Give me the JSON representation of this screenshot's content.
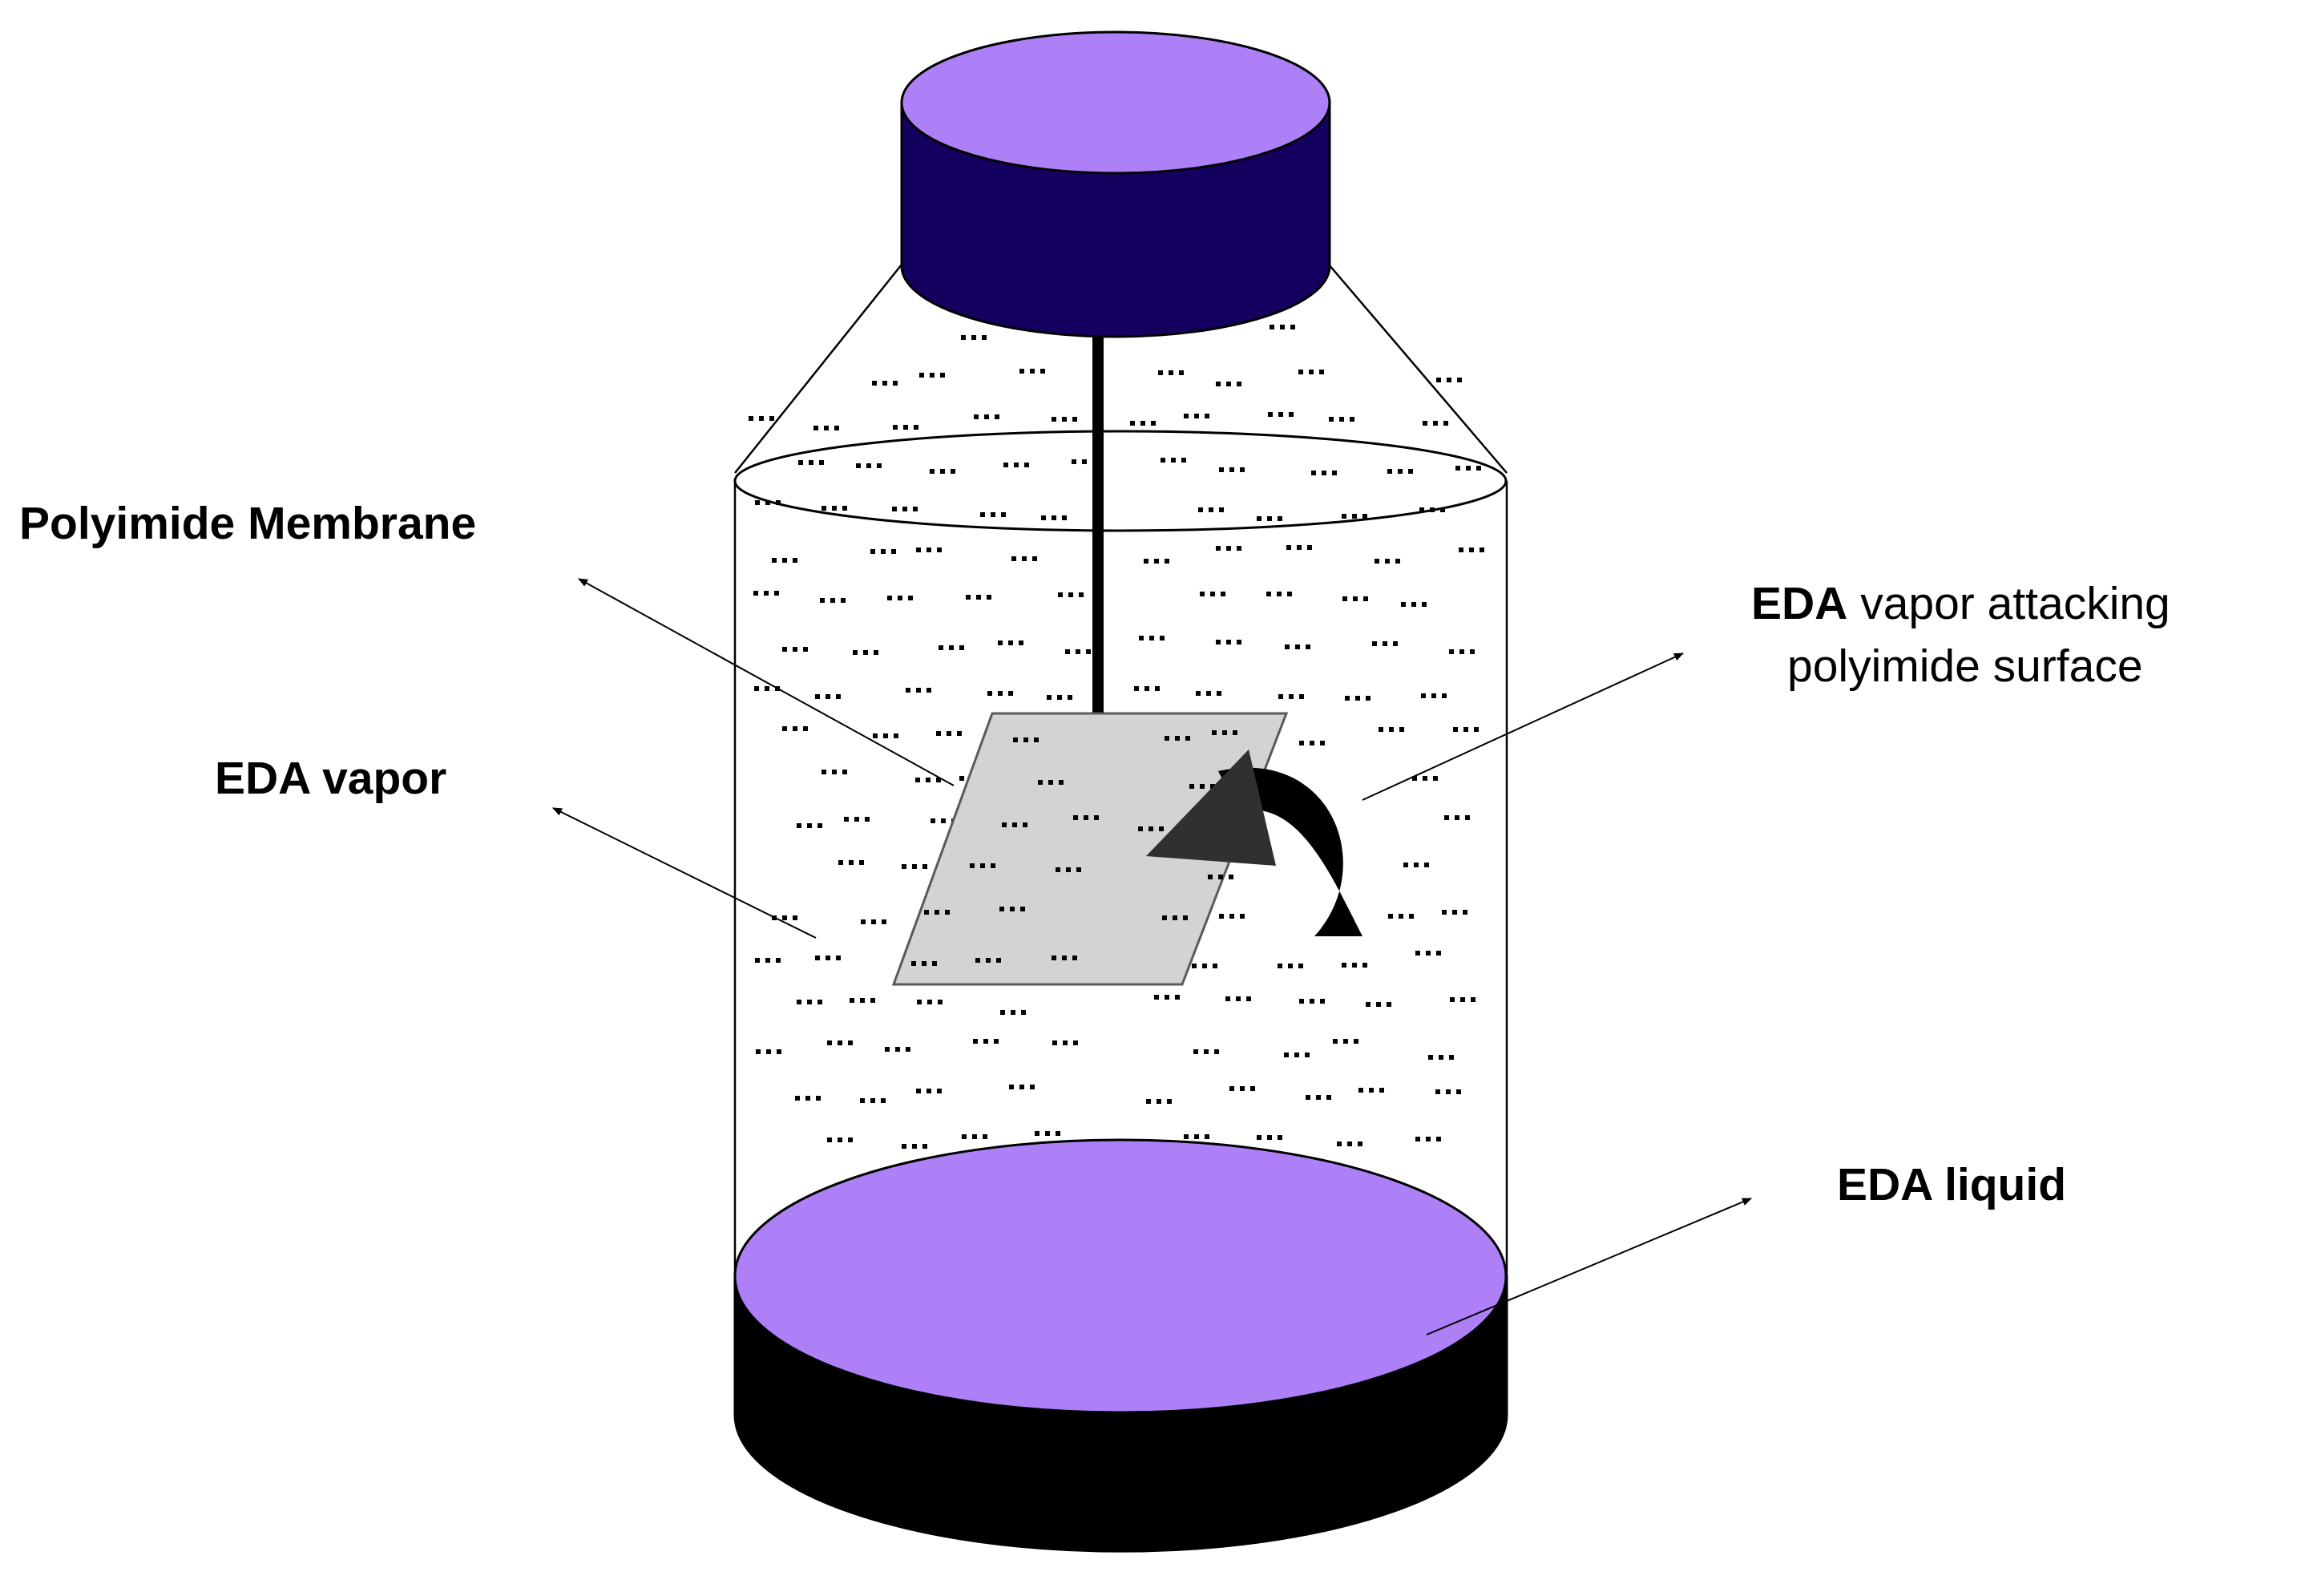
{
  "labels": {
    "polyimide_membrane": "Polyimide Membrane",
    "eda_vapor": "EDA vapor",
    "eda_attack_bold": "EDA",
    "eda_attack_rest": " vapor attacking",
    "eda_attack_line2": "polyimide surface",
    "eda_liquid": "EDA liquid"
  },
  "colors": {
    "cap_top": "#ae80f7",
    "cap_side": "#14005e",
    "liquid_top": "#ae80f7",
    "liquid_base": "#000000",
    "membrane": "#d3d3d3",
    "vapor_dots": "#000000"
  },
  "icons": {
    "attack_arrow": "curved-arrow-icon"
  }
}
